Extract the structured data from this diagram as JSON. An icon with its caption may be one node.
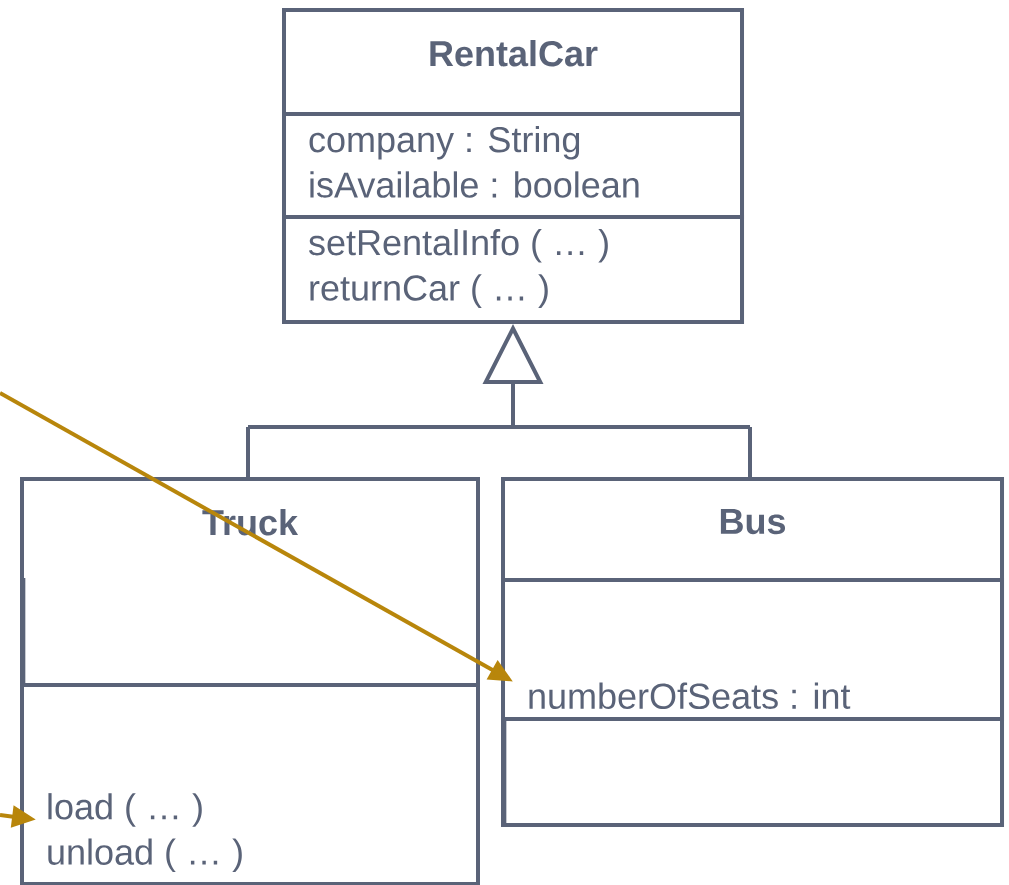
{
  "diagram": {
    "nodes": [
      {
        "text": [
          "RentalCar"
        ]
      },
      {
        "text": [
          "company : String isAvailable : boolean"
        ],
        "in": 0
      },
      {
        "text": [
          "setRentalInfo ( … ) returnCar ( … )"
        ],
        "in": 0
      },
      {
        "text": [
          "Truck"
        ]
      },
      {
        "text": [],
        "shape": "box",
        "in": 3
      },
      {
        "text": [
          "load ( … ) unload ( … )"
        ],
        "in": 3
      },
      {
        "text": [
          "Bus"
        ]
      },
      {
        "text": [
          "numberOfSeats : int"
        ],
        "in": 6
      },
      {
        "text": [],
        "shape": "box",
        "in": 6
      }
    ],
    "edges": [
      {
        "from": 3,
        "to": 0,
        "arrow": "to",
        "color": "#5a6378"
      },
      {
        "from": 6,
        "to": 0,
        "arrow": "to",
        "color": "#5a6378"
      },
      {
        "from": null,
        "to": 7,
        "arrow": "to",
        "color": "#b8860b"
      },
      {
        "from": null,
        "to": 5,
        "arrow": "to",
        "color": "#b8860b"
      }
    ]
  }
}
